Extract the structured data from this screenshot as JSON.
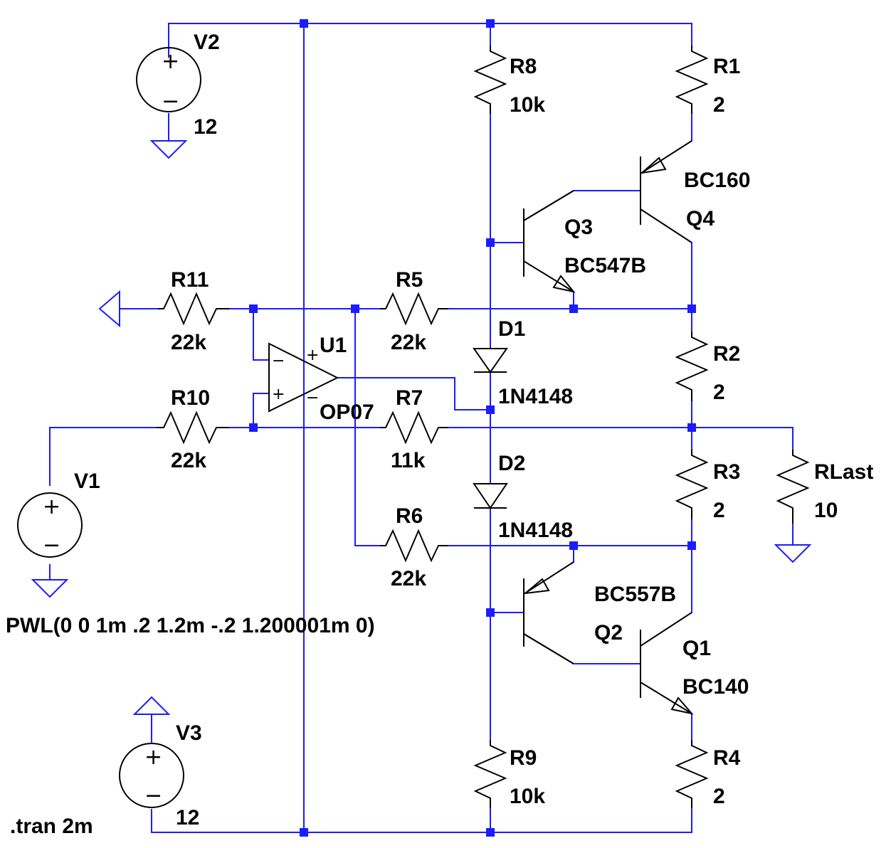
{
  "components": {
    "v2": {
      "name": "V2",
      "value": "12"
    },
    "v1": {
      "name": "V1",
      "value": "PWL(0 0 1m .2 1.2m -.2 1.200001m 0)"
    },
    "v3": {
      "name": "V3",
      "value": "12"
    },
    "r1": {
      "name": "R1",
      "value": "2"
    },
    "r2": {
      "name": "R2",
      "value": "2"
    },
    "r3": {
      "name": "R3",
      "value": "2"
    },
    "r4": {
      "name": "R4",
      "value": "2"
    },
    "r5": {
      "name": "R5",
      "value": "22k"
    },
    "r6": {
      "name": "R6",
      "value": "22k"
    },
    "r7": {
      "name": "R7",
      "value": "11k"
    },
    "r8": {
      "name": "R8",
      "value": "10k"
    },
    "r9": {
      "name": "R9",
      "value": "10k"
    },
    "r10": {
      "name": "R10",
      "value": "22k"
    },
    "r11": {
      "name": "R11",
      "value": "22k"
    },
    "rlast": {
      "name": "RLast",
      "value": "10"
    },
    "d1": {
      "name": "D1",
      "value": "1N4148"
    },
    "d2": {
      "name": "D2",
      "value": "1N4148"
    },
    "q1": {
      "name": "Q1",
      "value": "BC140"
    },
    "q2": {
      "name": "Q2",
      "value": "BC557B"
    },
    "q3": {
      "name": "Q3",
      "value": "BC547B"
    },
    "q4": {
      "name": "Q4",
      "value": "BC160"
    },
    "u1": {
      "name": "U1",
      "value": "OP07"
    }
  },
  "directive": ".tran 2m",
  "symbols": {
    "plus": "+",
    "minus": "−"
  },
  "colors": {
    "wire": "#1c1cff",
    "component": "#000000",
    "background": "#ffffff"
  }
}
